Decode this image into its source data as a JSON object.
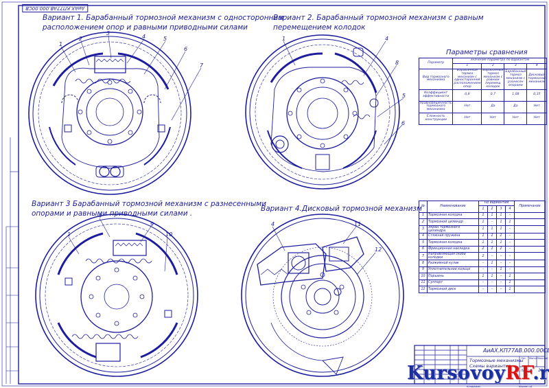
{
  "stamp": "АиАХ.КП77АВ.000.00СВ",
  "variants": [
    {
      "id": "v1",
      "line1": "Вариант 1. Барабанный тормозной механизм с односторонним",
      "line2": "расположением опор и равными приводными силами"
    },
    {
      "id": "v2",
      "line1": "Вариант 2. Барабанный тормозной механизм с равным",
      "line2": "перемещением колодок"
    },
    {
      "id": "v3",
      "line1": "Вариант 3 Барабанный тормозной механизм с разнесенными",
      "line2": "опорами и равными приводными силами ."
    },
    {
      "id": "v4",
      "line1": "Вариант 4.Дисковый тормозной механизм",
      "line2": ""
    }
  ],
  "callouts": {
    "v1": [
      "1",
      "2",
      "3",
      "4",
      "5",
      "6",
      "7"
    ],
    "v2": [
      "1",
      "4",
      "8",
      "5",
      "6"
    ],
    "v3": [
      "1",
      "4",
      "9",
      "10"
    ],
    "v4": [
      "4",
      "11",
      "12"
    ]
  },
  "comparison": {
    "title": "Параметры сравнения",
    "col_param": "Параметр",
    "col_values": "Значение параметра по вариантам",
    "variant_numbers": [
      "1",
      "2",
      "3",
      "4"
    ],
    "rows": [
      {
        "name": "Вид тормозного механизма",
        "values": [
          "Барабанный тормоз механизм с односторонней расположением опор",
          "Барабанный тормоз механизм с равным перемещ колодок",
          "Барабанный тормоз механизм с разнесен опорами",
          "Дисковый тормозной механизм"
        ]
      },
      {
        "name": "Коэффициент эффективности",
        "values": [
          "0,8",
          "0,7",
          "1,08",
          "0,35"
        ]
      },
      {
        "name": "Уравновешенность тормозного механизма",
        "values": [
          "Нет",
          "Да",
          "Да",
          "Нет"
        ]
      },
      {
        "name": "Сложность конструкции",
        "values": [
          "Нет",
          "Нет",
          "Нет",
          "Нет"
        ]
      }
    ]
  },
  "spec": {
    "col_no": "№",
    "col_name": "Наименование",
    "col_variants": "По вариантам",
    "variant_numbers": [
      "1",
      "2",
      "3",
      "4"
    ],
    "col_note": "Примечание",
    "rows": [
      {
        "no": "1",
        "name": "Тормозная колодка",
        "v": [
          "1",
          "1",
          "1",
          "-"
        ]
      },
      {
        "no": "2",
        "name": "Тормозной цилиндр",
        "v": [
          "1",
          "-",
          "1",
          "1"
        ]
      },
      {
        "no": "3",
        "name": "Экран тормозного цилиндра",
        "v": [
          "1",
          "1",
          "1",
          "-"
        ]
      },
      {
        "no": "4",
        "name": "Стяжная пружина",
        "v": [
          "1",
          "2",
          "2",
          "-"
        ]
      },
      {
        "no": "5",
        "name": "Тормозная колодка",
        "v": [
          "1",
          "1",
          "1",
          "-"
        ]
      },
      {
        "no": "6",
        "name": "Фрикционная накладка",
        "v": [
          "2",
          "2",
          "2",
          "-"
        ]
      },
      {
        "no": "7",
        "name": "Направляющая скоба колодки",
        "v": [
          "2",
          "-",
          "-",
          "-"
        ]
      },
      {
        "no": "8",
        "name": "Разжимной кулак",
        "v": [
          "-",
          "1",
          "-",
          "-"
        ]
      },
      {
        "no": "9",
        "name": "Уплотнительное кольцо",
        "v": [
          "-",
          "-",
          "1",
          "-"
        ]
      },
      {
        "no": "10",
        "name": "Поршень",
        "v": [
          "1",
          "1",
          "-",
          "1"
        ]
      },
      {
        "no": "11",
        "name": "Суппорт",
        "v": [
          "-",
          "-",
          "-",
          "1"
        ]
      },
      {
        "no": "12",
        "name": "Тормозной диск",
        "v": [
          "-",
          "-",
          "-",
          "1"
        ]
      }
    ]
  },
  "title_block": {
    "doc_code": "АиАХ.КП77АВ.000.00СВ",
    "name_line1": "Тормозные механизмы",
    "name_line2": "Схемы вариантов",
    "sheet_label": "Лит.",
    "mass_label": "Масса",
    "scale_label": "Масштаб",
    "sheet": "11",
    "sheets_label": "Листов",
    "copied": "Копировал",
    "format": "Формат А1"
  },
  "watermark": {
    "part1": "Kursovoy",
    "part2": "RF",
    "part3": ".ru"
  },
  "colors": {
    "line": "#1c1c9c",
    "watermark_blue": "#1b2fa0",
    "watermark_red": "#d81515"
  }
}
